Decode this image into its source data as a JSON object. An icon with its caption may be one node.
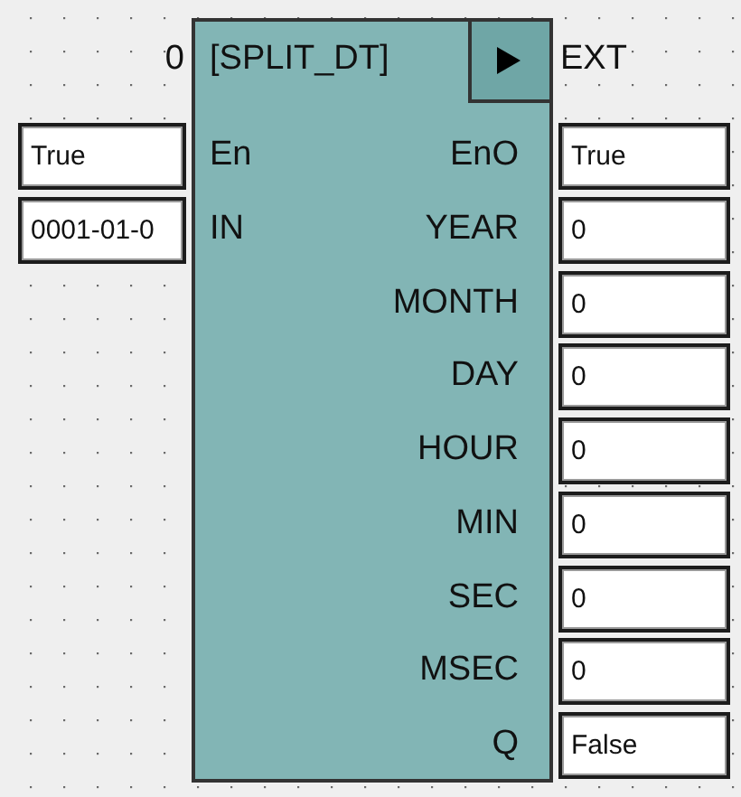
{
  "diagram": {
    "nodes": [
      {
        "text": [
          "[SPLIT_DT]",
          "En",
          "EnO",
          "IN",
          "YEAR",
          "MONTH",
          "DAY",
          "HOUR",
          "MIN",
          "SEC",
          "MSEC",
          "Q"
        ],
        "beside": [
          "0",
          "EXT"
        ]
      },
      {
        "text": [
          "True"
        ]
      },
      {
        "text": [
          "True"
        ]
      },
      {
        "text": [
          "0001-01-0"
        ]
      },
      {
        "text": [
          "0"
        ]
      },
      {
        "text": [
          "0"
        ]
      },
      {
        "text": [
          "0"
        ]
      },
      {
        "text": [
          "0"
        ]
      },
      {
        "text": [
          "0"
        ]
      },
      {
        "text": [
          "0"
        ]
      },
      {
        "text": [
          "0"
        ]
      },
      {
        "text": [
          "False"
        ]
      }
    ]
  }
}
